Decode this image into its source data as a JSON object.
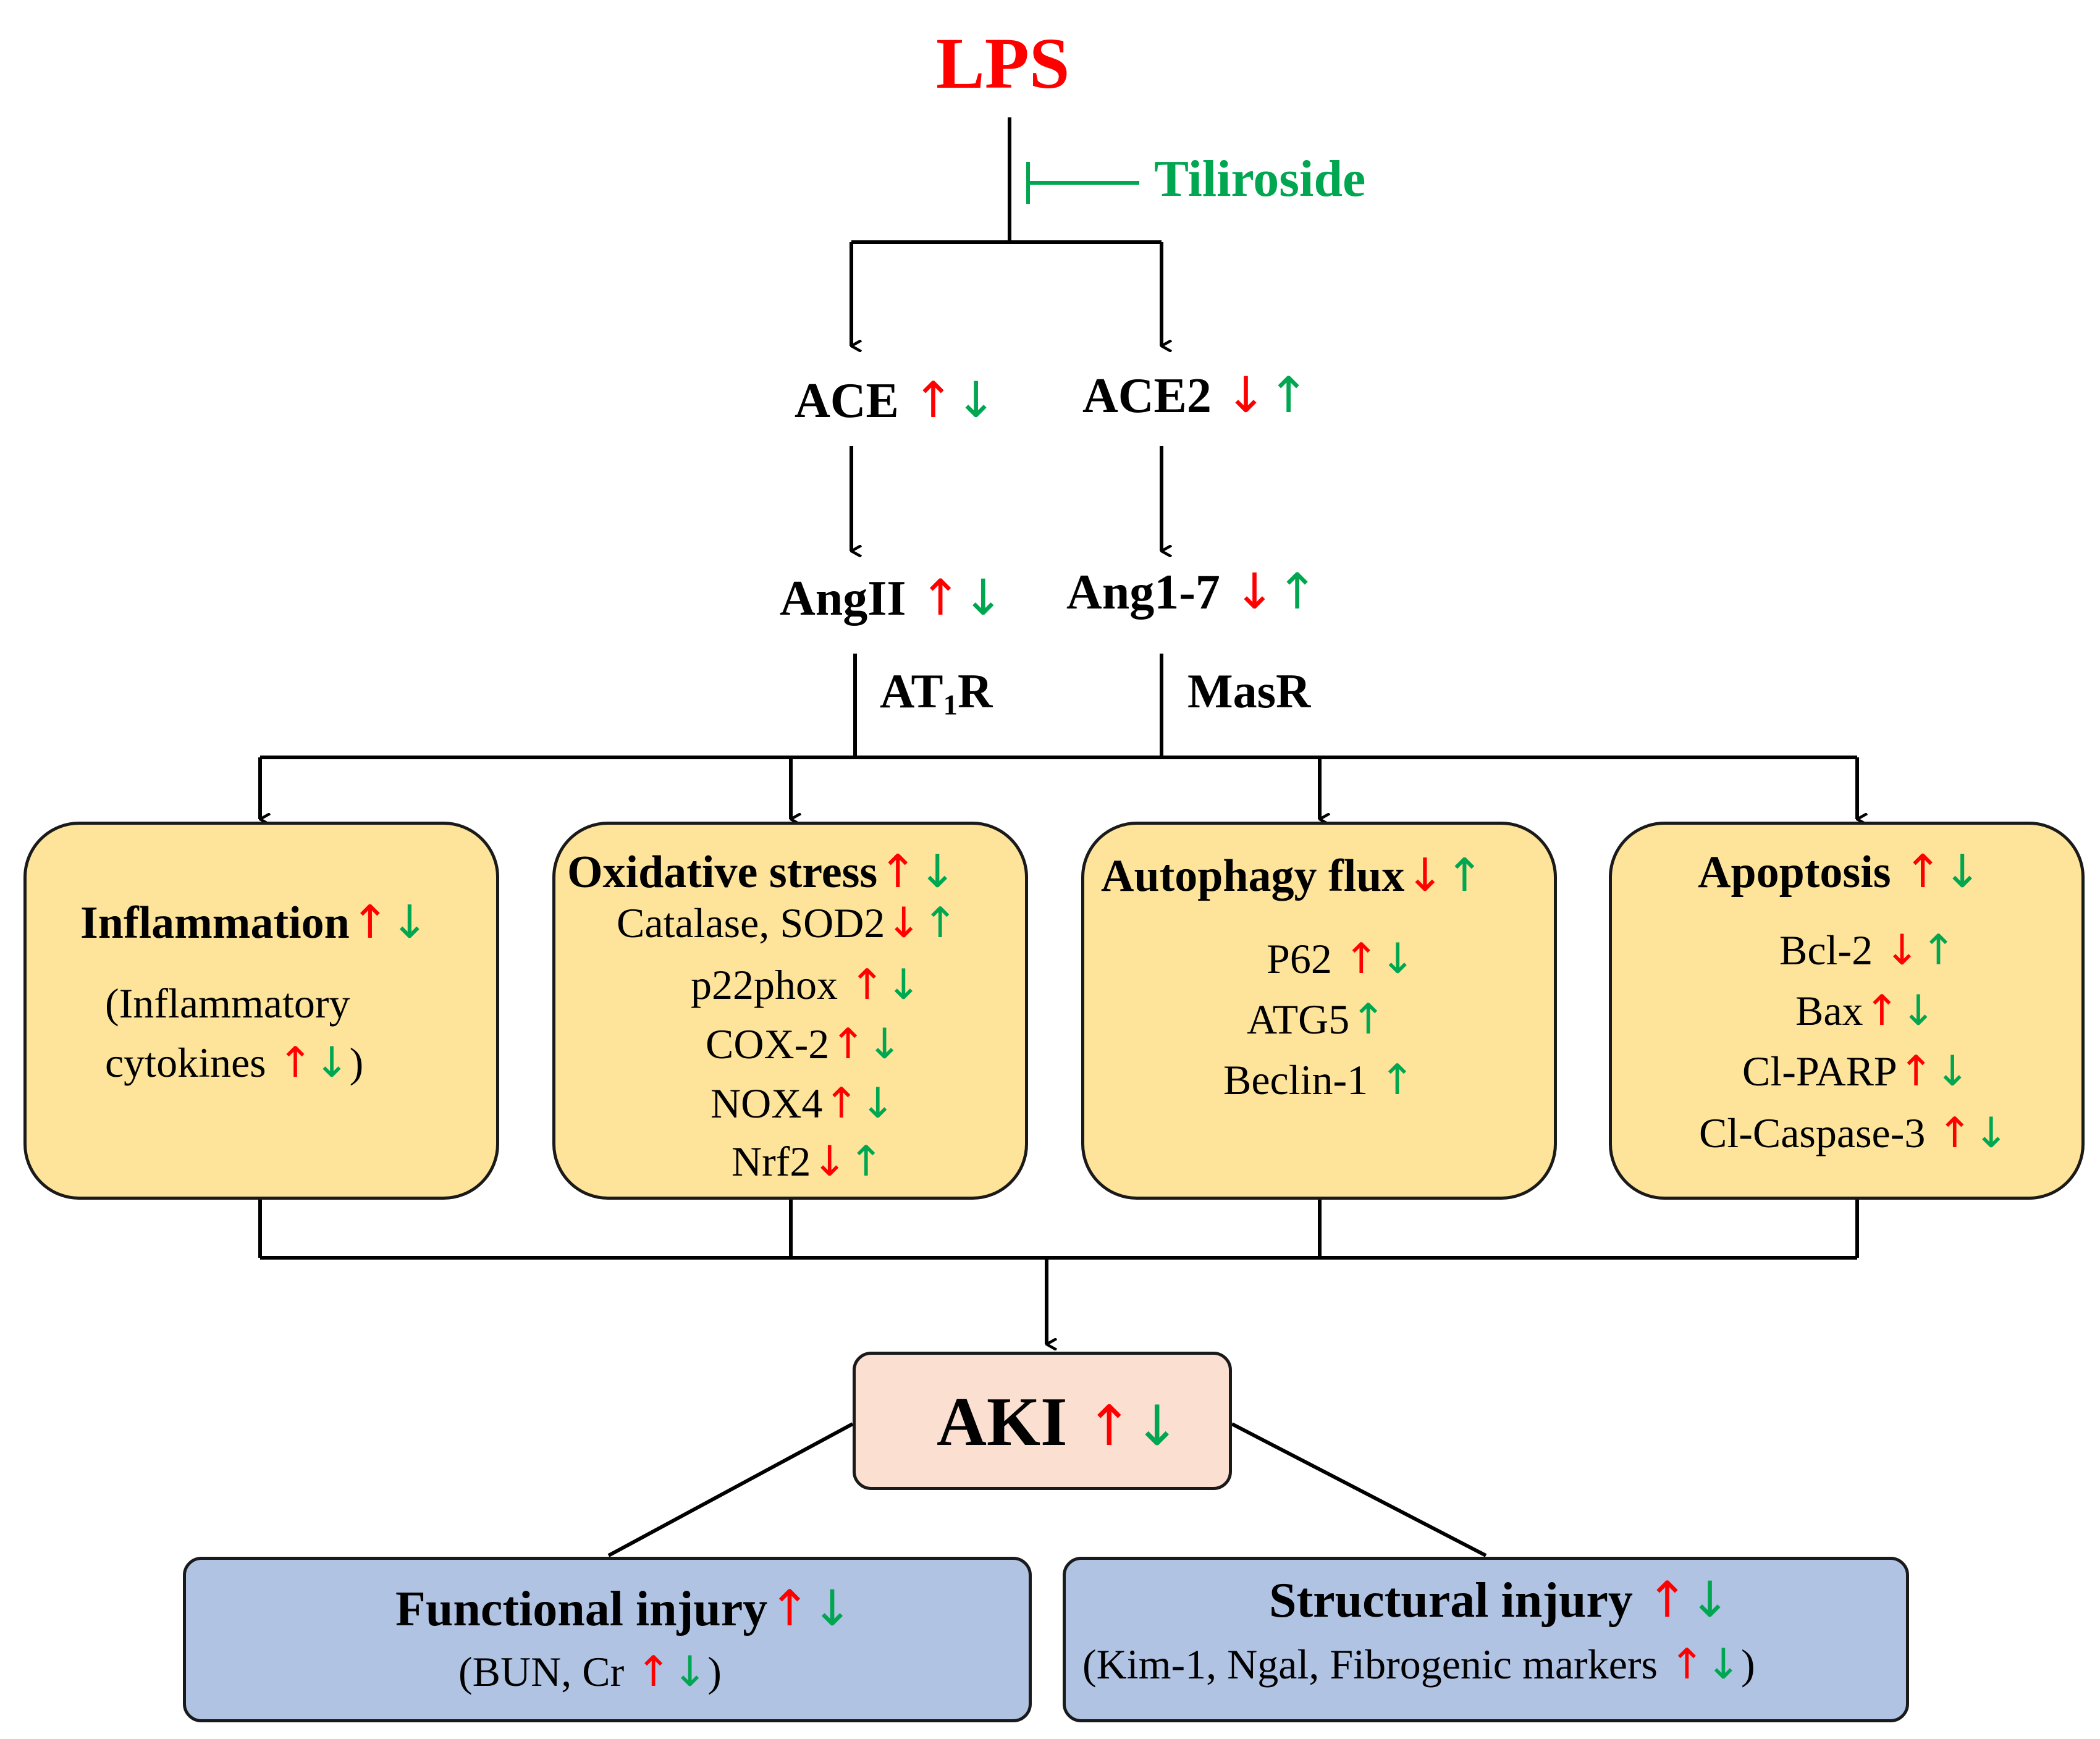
{
  "top": {
    "lps": "LPS",
    "inhibitor": "Tiliroside"
  },
  "enzymes": {
    "ace": "ACE",
    "ace2": "ACE2"
  },
  "peptides": {
    "angii": "AngII",
    "ang17": "Ang1-7"
  },
  "receptors": {
    "at1r_main": "AT",
    "at1r_sub": "1",
    "at1r_tail": "R",
    "masr": "MasR"
  },
  "boxes": {
    "inflammation": {
      "title": "Inflammation",
      "line1": "(Inflammatory",
      "line2": "cytokines",
      "close": ")"
    },
    "oxidative": {
      "title": "Oxidative stress",
      "items": [
        "Catalase, SOD2",
        "p22phox",
        "COX-2",
        "NOX4",
        "Nrf2"
      ]
    },
    "autophagy": {
      "title": "Autophagy flux",
      "items": [
        "P62",
        "ATG5",
        "Beclin-1"
      ]
    },
    "apoptosis": {
      "title": "Apoptosis",
      "items": [
        "Bcl-2",
        "Bax",
        "Cl-PARP",
        "Cl-Caspase-3"
      ]
    }
  },
  "aki": {
    "label": "AKI"
  },
  "injury": {
    "functional": {
      "title": "Functional injury",
      "detail": "(BUN, Cr",
      "close": ")"
    },
    "structural": {
      "title": "Structural injury",
      "detail": "(Kim-1, Ngal, Fibrogenic markers",
      "close": ")"
    }
  },
  "arrows": {
    "up": "↑",
    "down": "↓"
  },
  "colors": {
    "lps": "#ff0000",
    "inhibitor": "#00a650",
    "up_red": "#ff0000",
    "down_green": "#00a650",
    "box_yellow": "#fde49a",
    "box_pink": "#fbe0d2",
    "box_blue": "#b1c3e3"
  }
}
